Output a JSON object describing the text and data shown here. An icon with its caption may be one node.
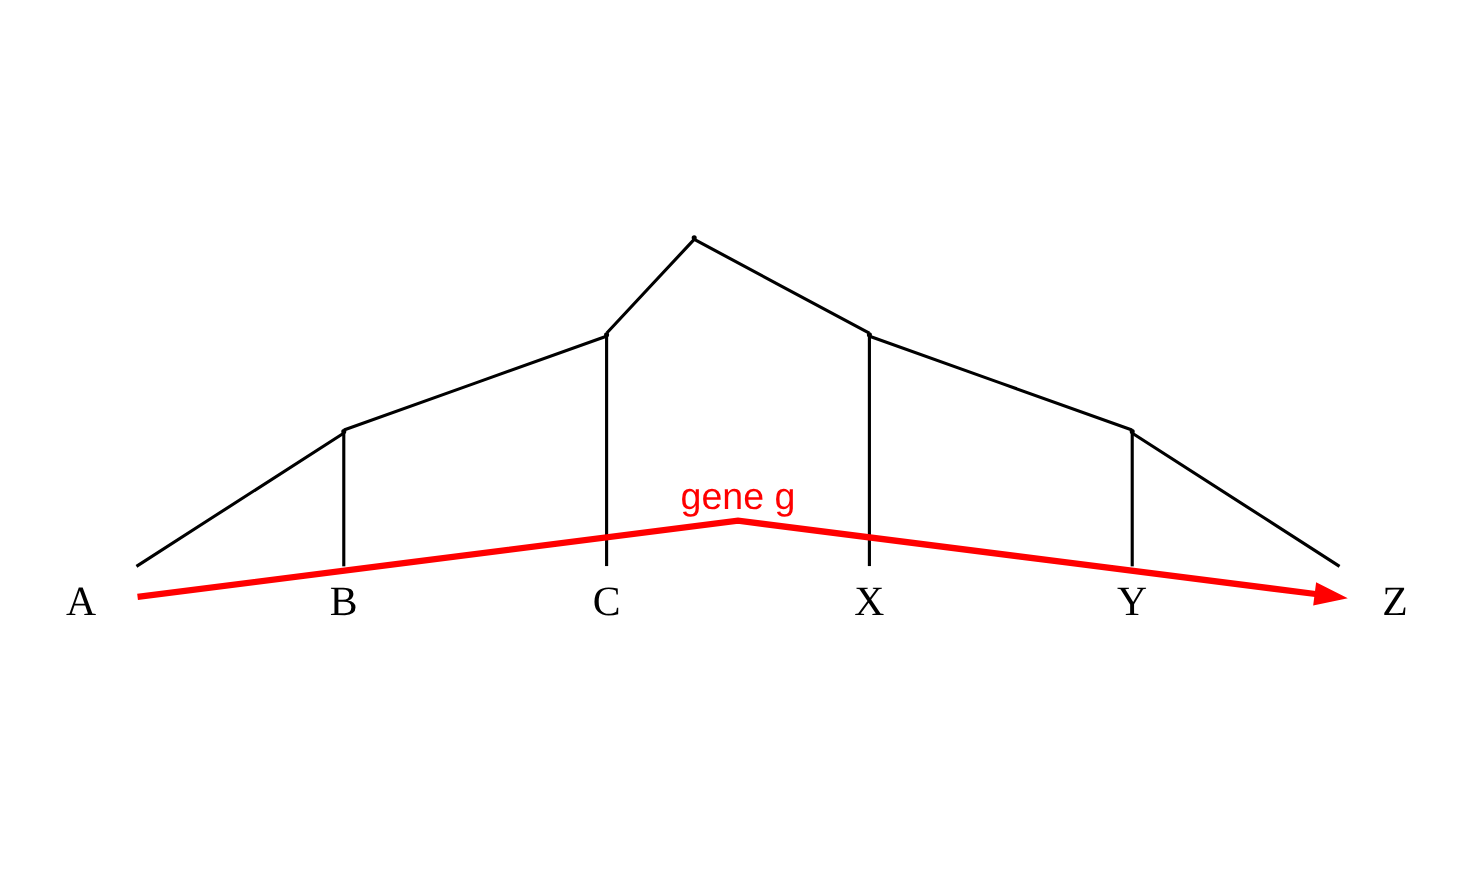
{
  "diagram": {
    "nodes": [
      {
        "text": [],
        "shape": "point"
      },
      {
        "text": [],
        "shape": "point"
      },
      {
        "text": [],
        "shape": "point"
      },
      {
        "text": [],
        "shape": "point"
      },
      {
        "text": [],
        "shape": "point"
      },
      {
        "text": [
          "A"
        ]
      },
      {
        "text": [
          "B"
        ]
      },
      {
        "text": [
          "C"
        ]
      },
      {
        "text": [
          "X"
        ]
      },
      {
        "text": [
          "Y"
        ]
      },
      {
        "text": [
          "Z"
        ]
      }
    ],
    "edges": [
      {
        "from": 0,
        "to": 2,
        "arrow": "none"
      },
      {
        "from": 0,
        "to": 1,
        "arrow": "none"
      },
      {
        "from": 2,
        "to": 4,
        "arrow": "none"
      },
      {
        "from": 2,
        "to": 7,
        "arrow": "none"
      },
      {
        "from": 4,
        "to": 5,
        "arrow": "none"
      },
      {
        "from": 4,
        "to": 6,
        "arrow": "none"
      },
      {
        "from": 1,
        "to": 8,
        "arrow": "none"
      },
      {
        "from": 1,
        "to": 3,
        "arrow": "none"
      },
      {
        "from": 3,
        "to": 9,
        "arrow": "none"
      },
      {
        "from": 3,
        "to": 10,
        "arrow": "none"
      },
      {
        "from": 5,
        "to": 10,
        "arrow": "to",
        "label": "gene g",
        "color": "#ff0000",
        "style": "thick"
      }
    ]
  }
}
